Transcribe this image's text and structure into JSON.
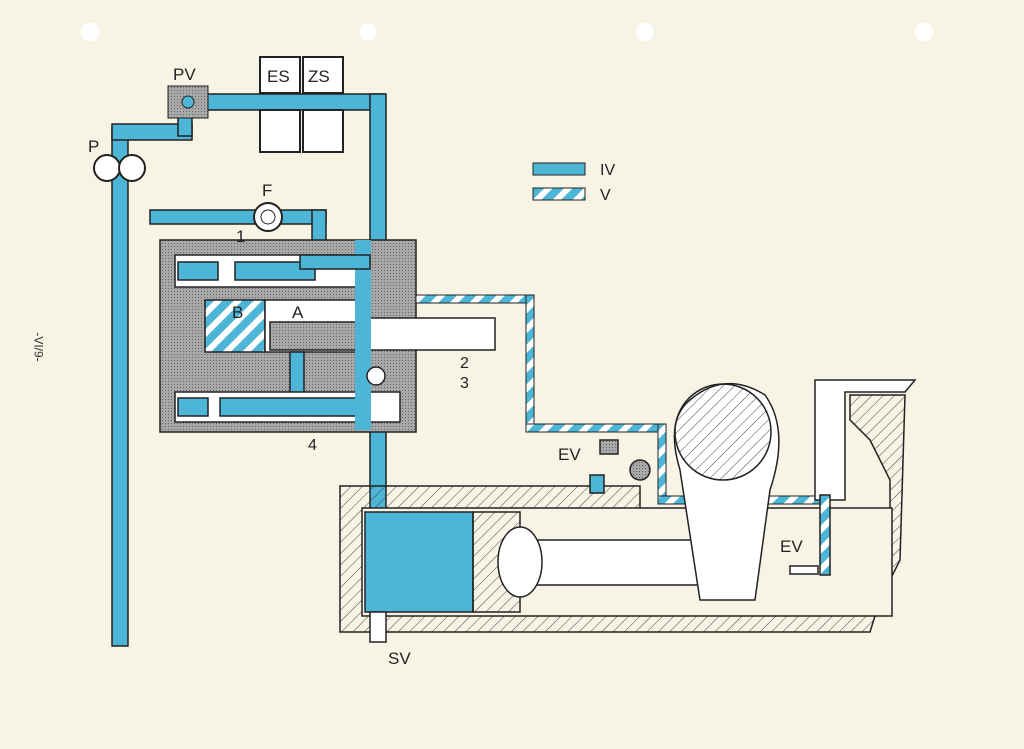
{
  "labels": {
    "pump": "P",
    "pressure_valve": "PV",
    "es": "ES",
    "zs": "ZS",
    "filter": "F",
    "part_1": "1",
    "chamber_b": "B",
    "chamber_a": "A",
    "part_2": "2",
    "part_3": "3",
    "part_4": "4",
    "ev_upper": "EV",
    "ev_lower": "EV",
    "sv": "SV"
  },
  "legend": [
    {
      "label": "IV",
      "style": "solid"
    },
    {
      "label": "V",
      "style": "striped"
    }
  ],
  "page_number": "-VI/9-",
  "colors": {
    "oil": "#4db6d6",
    "body": "#9a9a9a",
    "paper": "#f7f4e6"
  }
}
